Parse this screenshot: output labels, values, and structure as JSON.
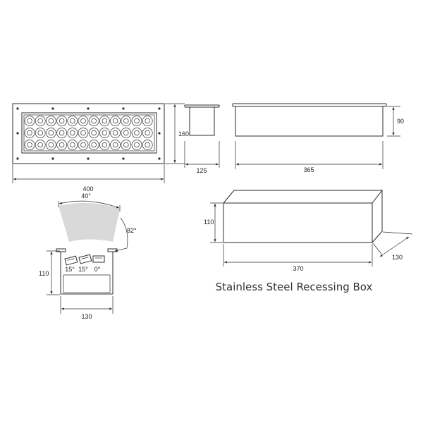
{
  "front_view": {
    "width": "400",
    "height": "160"
  },
  "side_view": {
    "depth": "125"
  },
  "box_front_view": {
    "length": "365",
    "height": "90"
  },
  "beam_view": {
    "beam_angle": "40°",
    "rotation_angle": "82°",
    "tilt_left": "15°",
    "tilt_mid": "15°",
    "tilt_right": "0°",
    "height": "110",
    "width": "130"
  },
  "box_3d_view": {
    "height": "110",
    "length": "370",
    "depth": "130"
  },
  "caption": "Stainless Steel Recessing Box",
  "colors": {
    "line": "#2b2b2b",
    "beam_fill": "#d9d9d9"
  }
}
